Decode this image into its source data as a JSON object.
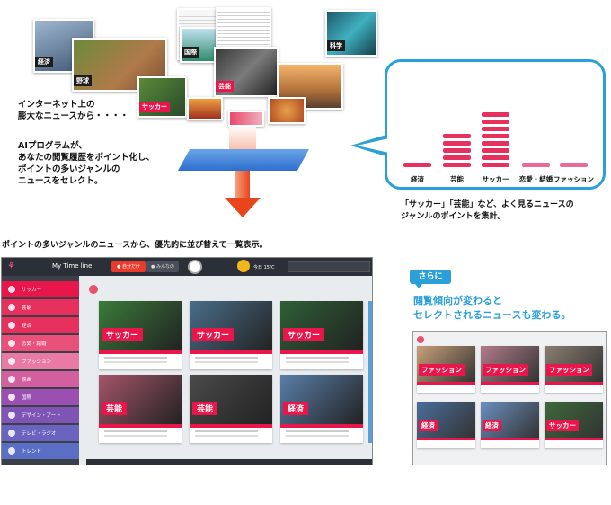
{
  "collage": {
    "tags": {
      "keizai": "経済",
      "yakyu": "野球",
      "kokusai": "国際",
      "geino": "芸能",
      "kagaku": "科学",
      "soccer": "サッカー"
    }
  },
  "intro": {
    "line1": "インターネット上の",
    "line2": "膨大なニュースから・・・・",
    "ai_line1": "AIプログラムが、",
    "ai_line2": "あなたの閲覧履歴をポイント化し、",
    "ai_line3": "ポイントの多いジャンルの",
    "ai_line4": "ニュースをセレクト。"
  },
  "chart_data": {
    "type": "bar",
    "categories": [
      "経済",
      "芸能",
      "サッカー",
      "恋愛・結婚",
      "ファッション"
    ],
    "values": [
      1,
      5,
      8,
      1,
      1
    ],
    "colors": [
      "#e8305e",
      "#e8305e",
      "#e8305e",
      "#e86a9a",
      "#e86a9a"
    ]
  },
  "chart_caption": {
    "line1": "「サッカー」「芸能」など、よく見るニュースの",
    "line2": "ジャンルのポイントを集計。"
  },
  "section_title": "ポイントの多いジャンルのニュースから、優先的に並び替えて一覧表示。",
  "app": {
    "title": "My Time line",
    "tab_active": "● 自分だけ",
    "tab_inactive": "● みんなの",
    "temp": "今日 15℃",
    "genres": [
      {
        "label": "サッカー",
        "color": "#e8164a"
      },
      {
        "label": "芸能",
        "color": "#e8305e"
      },
      {
        "label": "経済",
        "color": "#e8305e"
      },
      {
        "label": "恋愛・結婚",
        "color": "#e9507a"
      },
      {
        "label": "ファッション",
        "color": "#e87aa4"
      },
      {
        "label": "映画",
        "color": "#d45f9e"
      },
      {
        "label": "国際",
        "color": "#9b4fb0"
      },
      {
        "label": "デザイン・アート",
        "color": "#7e55b5"
      },
      {
        "label": "テレビ・ラジオ",
        "color": "#6a63bf"
      },
      {
        "label": "トレンド",
        "color": "#5a6ec6"
      }
    ],
    "cards": [
      {
        "label": "サッカー",
        "bg": "#3a7a3a"
      },
      {
        "label": "サッカー",
        "bg": "#4a6e8a"
      },
      {
        "label": "サッカー",
        "bg": "#2f5f36"
      },
      {
        "label": "芸能",
        "bg": "#a5556a"
      },
      {
        "label": "芸能",
        "bg": "#4a4a4a"
      },
      {
        "label": "経済",
        "bg": "#5a7ea8"
      }
    ]
  },
  "more": {
    "badge": "さらに",
    "line1": "閲覧傾向が変わると",
    "line2": "セレクトされるニュースも変わる。"
  },
  "mini": {
    "cards": [
      {
        "label": "ファッション",
        "bg": "#c9a07a"
      },
      {
        "label": "ファッション",
        "bg": "#b07c8a"
      },
      {
        "label": "ファッション",
        "bg": "#8a7e70"
      },
      {
        "label": "経済",
        "bg": "#4a6e9a"
      },
      {
        "label": "経済",
        "bg": "#6a90c0"
      },
      {
        "label": "サッカー",
        "bg": "#3d6a3a"
      }
    ]
  }
}
